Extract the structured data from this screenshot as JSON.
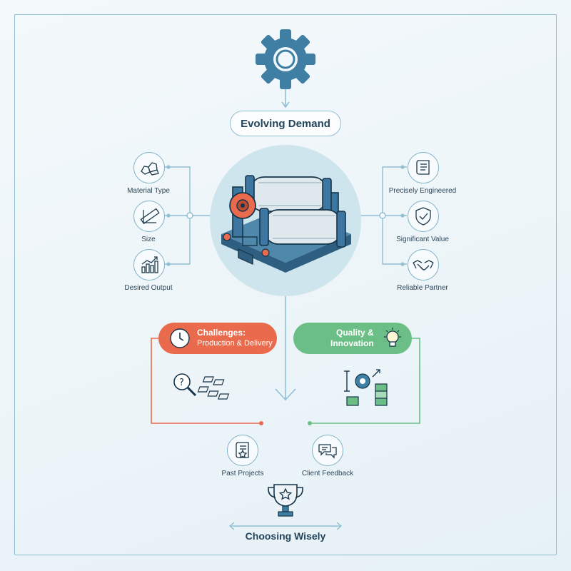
{
  "title": "Evolving Demand",
  "inputs": [
    {
      "label": "Material Type",
      "icon": "rocks-icon"
    },
    {
      "label": "Size",
      "icon": "ruler-icon"
    },
    {
      "label": "Desired Output",
      "icon": "bar-chart-icon"
    }
  ],
  "benefits": [
    {
      "label": "Precisely Engineered",
      "icon": "blueprint-scroll-icon"
    },
    {
      "label": "Significant Value",
      "icon": "shield-check-icon"
    },
    {
      "label": "Reliable Partner",
      "icon": "handshake-icon"
    }
  ],
  "challenges": {
    "line1": "Challenges:",
    "line2": "Production & Delivery",
    "icon": "clock-icon",
    "color": "#e96a4c"
  },
  "quality": {
    "line1": "Quality &",
    "line2": "Innovation",
    "icon": "lightbulb-icon",
    "color": "#6bbf86"
  },
  "evidence": [
    {
      "label": "Past Projects",
      "icon": "certificate-icon"
    },
    {
      "label": "Client Feedback",
      "icon": "speech-bubbles-icon"
    }
  ],
  "conclusion": "Choosing Wisely",
  "colors": {
    "accent": "#3f7fa3",
    "frame": "#8fbfd3",
    "challenge": "#e96a4c",
    "quality": "#6bbf86"
  }
}
